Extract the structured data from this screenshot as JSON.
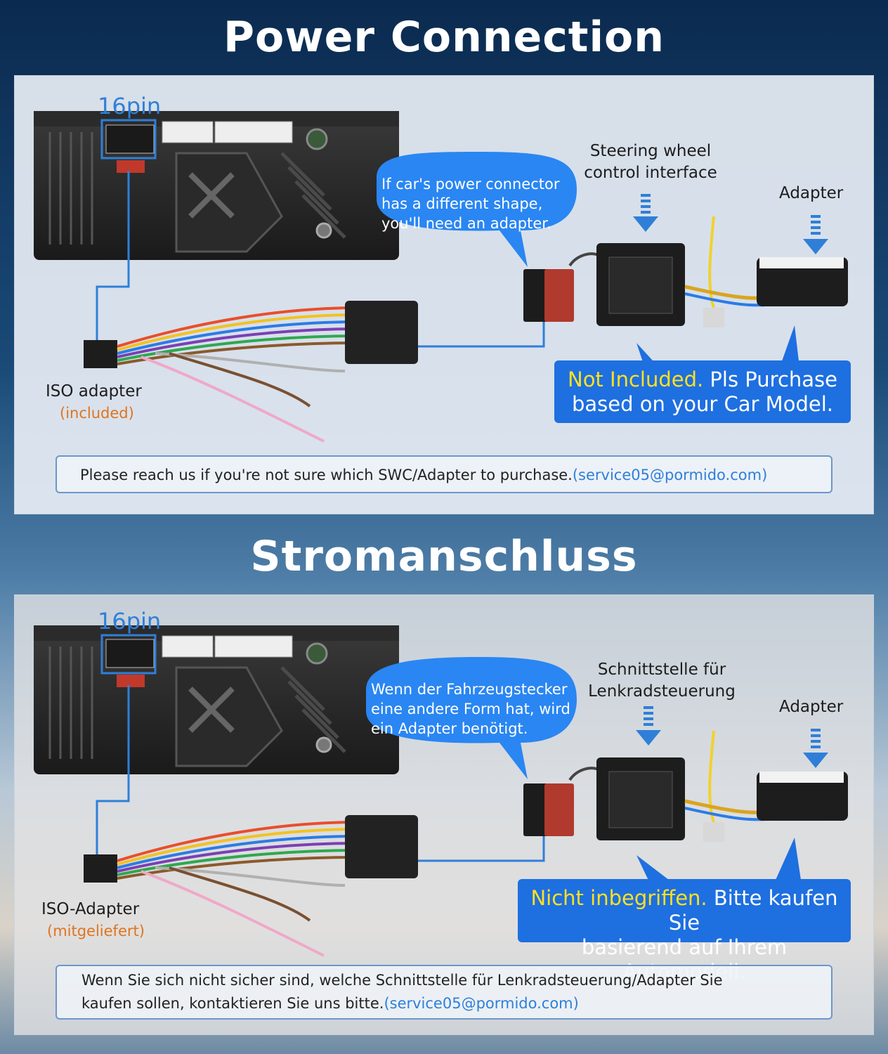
{
  "sections": [
    {
      "title": "Power Connection",
      "pin_label": "16pin",
      "iso_label": "ISO adapter",
      "iso_status": "(included)",
      "bubble": [
        "If car's power connector",
        "has a different shape,",
        "you'll need an adapter."
      ],
      "swc_label": [
        "Steering wheel",
        "control interface"
      ],
      "adapter_label": "Adapter",
      "note_highlight": "Not Included.",
      "note_rest_1": " Pls Purchase",
      "note_rest_2": "based on your Car Model.",
      "info_text": "Please reach us if you're not sure which SWC/Adapter to purchase.",
      "info_text_2": "",
      "info_email": "(service05@pormido.com)"
    },
    {
      "title": "Stromanschluss",
      "pin_label": "16pin",
      "iso_label": "ISO-Adapter",
      "iso_status": "(mitgeliefert)",
      "bubble": [
        "Wenn der Fahrzeugstecker",
        "eine andere Form hat, wird",
        "ein Adapter benötigt."
      ],
      "swc_label": [
        "Schnittstelle für",
        "Lenkradsteuerung"
      ],
      "adapter_label": "Adapter",
      "note_highlight": "Nicht inbegriffen.",
      "note_rest_1": " Bitte kaufen Sie",
      "note_rest_2": "basierend auf Ihrem Automodell.",
      "info_text": "Wenn Sie sich nicht sicher sind, welche Schnittstelle für Lenkradsteuerung/Adapter Sie",
      "info_text_2": "kaufen sollen, kontaktieren Sie uns bitte.",
      "info_email": "(service05@pormido.com)"
    }
  ],
  "colors": {
    "accent_blue": "#1e6fe0",
    "highlight_yellow": "#ffe11f",
    "included_orange": "#e0741e",
    "pin_blue": "#2f7fd8"
  }
}
